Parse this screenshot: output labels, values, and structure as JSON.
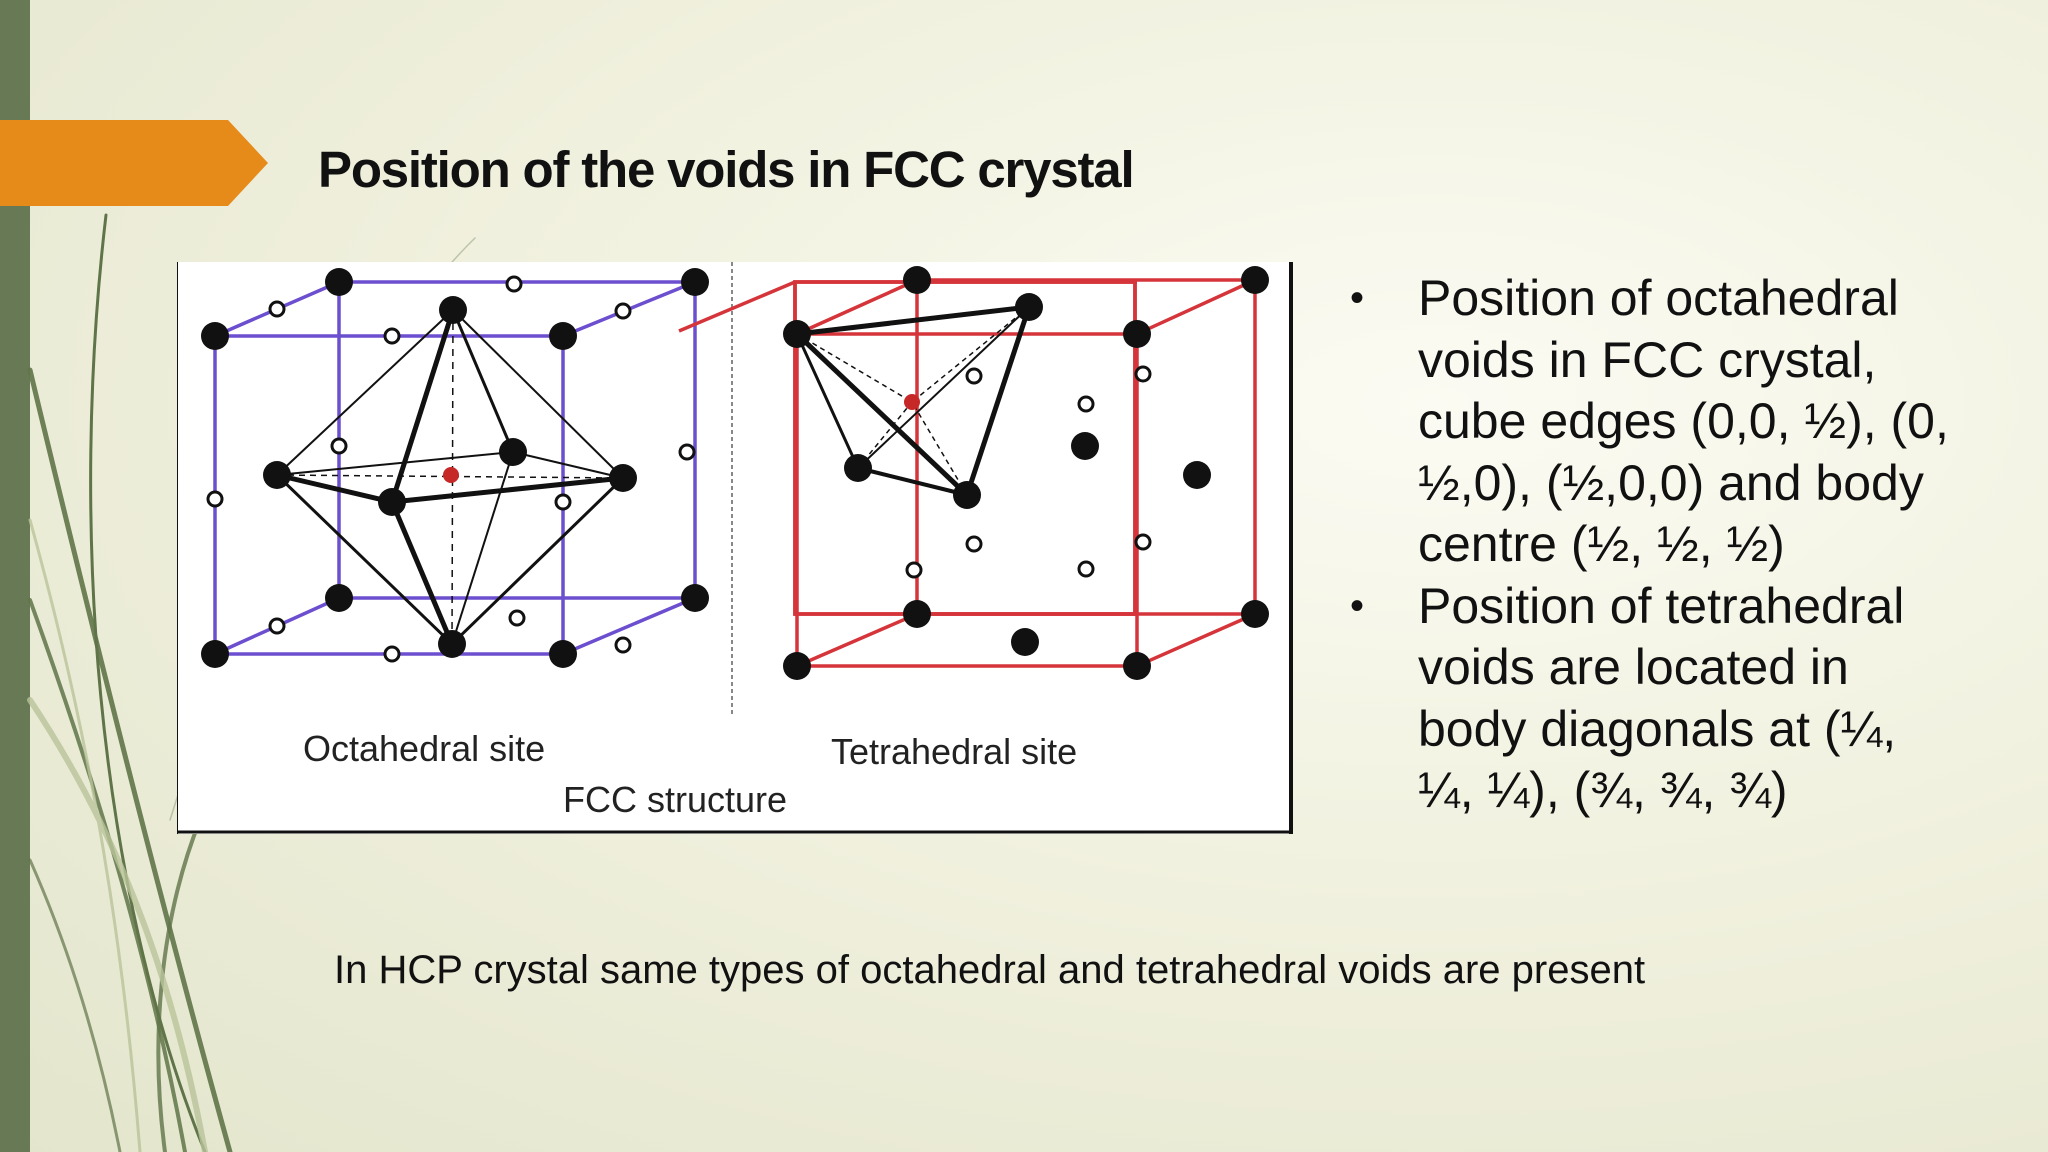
{
  "slide": {
    "title": "Position of the voids in FCC crystal",
    "accent_color": "#e68a1a",
    "side_bar_color": "#677a55"
  },
  "figure": {
    "left_caption": "Octahedral site",
    "right_caption": "Tetrahedral site",
    "bottom_caption": "FCC structure",
    "left_cube_color": "#6c4fcf",
    "right_cube_color": "#d5353a"
  },
  "bullets": [
    {
      "lines": [
        "Position of octahedral",
        "voids in FCC crystal,",
        "cube edges (0,0, ½), (0,",
        "½,0), (½,0,0) and body",
        "centre (½, ½, ½)"
      ]
    },
    {
      "lines": [
        "Position of tetrahedral",
        "voids are located in",
        "body diagonals at (¼,",
        "¼, ¼), (¾, ¾, ¾)"
      ]
    }
  ],
  "bullet_symbol": "•",
  "footer_note": "In HCP crystal same types of octahedral and tetrahedral voids are present"
}
